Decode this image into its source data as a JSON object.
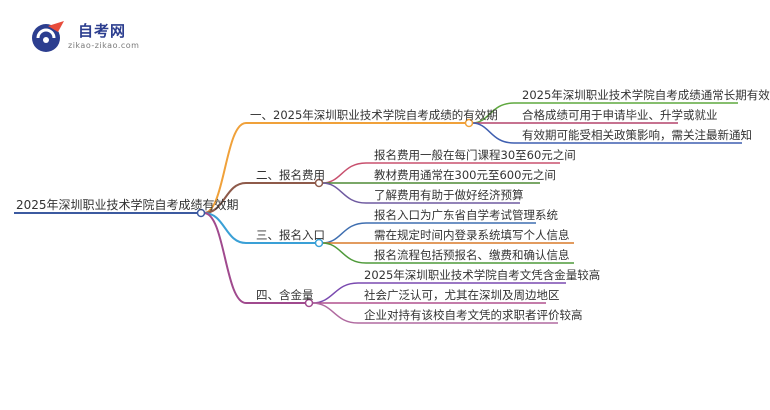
{
  "brand": {
    "name": "自考网",
    "domain": "zikao-zikao.com",
    "colors": {
      "primary": "#2c3e8f",
      "accent": "#e74c3c"
    }
  },
  "root": {
    "text": "2025年深圳职业技术学院自考成绩有效期",
    "color": "#3c5aa0"
  },
  "branches": [
    {
      "label": "一、2025年深圳职业技术学院自考成绩的有效期",
      "color": "#f0a13a",
      "children": [
        "2025年深圳职业技术学院自考成绩通常长期有效",
        "合格成绩可用于申请毕业、升学或就业",
        "有效期可能受相关政策影响，需关注最新通知"
      ],
      "child_colors": [
        "#5fa83f",
        "#b3436b",
        "#3f5fb0"
      ]
    },
    {
      "label": "二、报名费用",
      "color": "#8e5a4a",
      "children": [
        "报名费用一般在每门课程30至60元之间",
        "教材费用通常在300元至600元之间",
        "了解费用有助于做好经济预算"
      ],
      "child_colors": [
        "#c8506e",
        "#4f8a35",
        "#6f5aa0"
      ]
    },
    {
      "label": "三、报名入口",
      "color": "#3aa0d6",
      "children": [
        "报名入口为广东省自学考试管理系统",
        "需在规定时间内登录系统填写个人信息",
        "报名流程包括预报名、缴费和确认信息"
      ],
      "child_colors": [
        "#3f6fb0",
        "#d97a2a",
        "#4f9a3a"
      ]
    },
    {
      "label": "四、含金量",
      "color": "#a04a8e",
      "children": [
        "2025年深圳职业技术学院自考文凭含金量较高",
        "社会广泛认可，尤其在深圳及周边地区",
        "企业对持有该校自考文凭的求职者评价较高"
      ],
      "child_colors": [
        "#7a4ab0",
        "#b0508e",
        "#b06aa0"
      ]
    }
  ]
}
